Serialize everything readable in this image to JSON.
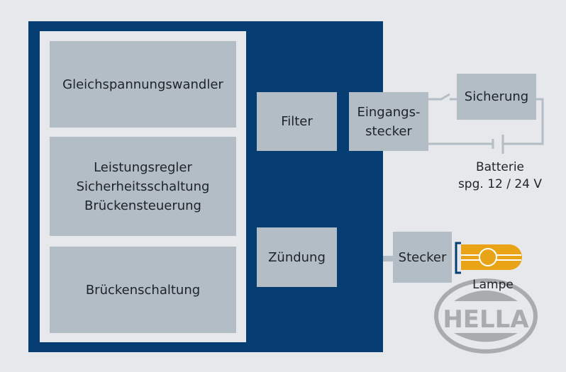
{
  "blocks": {
    "dc_converter": "Gleichspannungswandler",
    "power_block": "Leistungsregler\nSicherheitsschaltung\nBrückensteuerung",
    "bridge_circuit": "Brückenschaltung",
    "filter": "Filter",
    "ignition": "Zündung",
    "input_connector": "Eingangs-\nstecker",
    "fuse": "Sicherung",
    "connector": "Stecker"
  },
  "labels": {
    "battery": "Batterie\nspg. 12 / 24 V",
    "lamp": "Lampe"
  },
  "logo": "HELLA",
  "colors": {
    "navy": "#063e73",
    "block": "#b3bdc6",
    "lamp": "#e8a317",
    "background": "#e6e8eb"
  }
}
